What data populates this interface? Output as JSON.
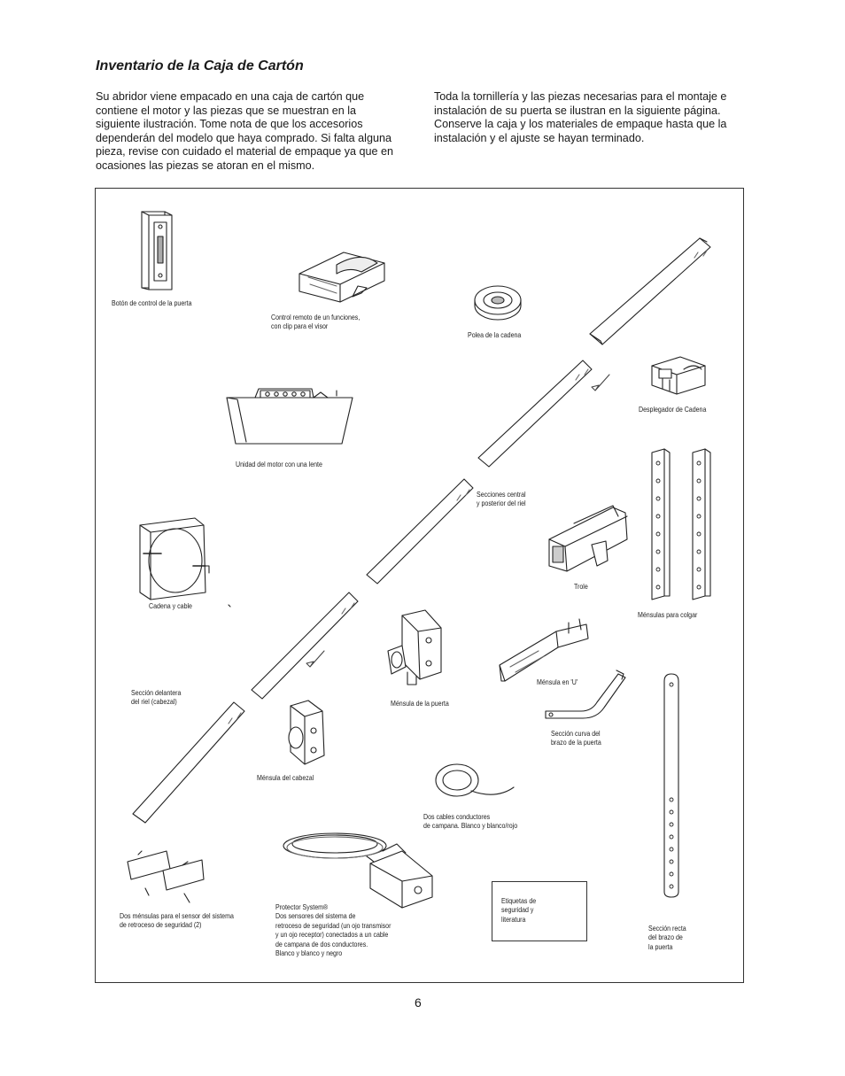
{
  "page": {
    "title": "Inventario de la Caja de Cartón",
    "intro_left": "Su abridor viene empacado en una caja de cartón que contiene el motor y las piezas que se muestran en la siguiente ilustración. Tome nota de que los accesorios dependerán del modelo que haya comprado. Si falta alguna pieza, revise con cuidado el material de empaque ya que en ocasiones las piezas se atoran en el mismo.",
    "intro_right": "Toda la tornillería y las piezas necesarias para el montaje e instalación de su puerta se ilustran en la siguiente página. Conserve la caja y los materiales de empaque hasta que la instalación y el ajuste se hayan terminado.",
    "page_number": "6"
  },
  "parts": {
    "door_button": "Botón de control de la puerta",
    "remote": "Control remoto de un funciones,\ncon clip para el visor",
    "sprocket": "Polea de la cadena",
    "chain_spreader": "Desplegador de Cadena",
    "motor_unit": "Unidad del motor con una lente",
    "rail_sections": "Secciones central\ny posterior del riel",
    "trolley": "Trole",
    "hanging_brackets": "Ménsulas para colgar",
    "chain_cable": "Cadena y cable",
    "door_bracket": "Ménsula de la puerta",
    "u_bracket": "Ménsula en 'U'",
    "front_rail": "Sección delantera\ndel riel (cabezal)",
    "curved_arm": "Sección curva del\nbrazo de la puerta",
    "header_bracket": "Ménsula del cabezal",
    "bell_wire": "Dos cables conductores\nde campana. Blanco y blanco/rojo",
    "sensor_brackets": "Dos ménsulas para el sensor del sistema\nde retroceso de seguridad (2)",
    "protector": "Protector System®\nDos sensores del sistema de\nretroceso de seguridad (un ojo transmisor\ny un ojo receptor) conectados a un cable\nde campana de dos conductores.\nBlanco y blanco y negro",
    "labels_box": "Etiquetas de\nseguridad y\nliteratura",
    "straight_arm": "Sección recta\ndel brazo de\nla puerta"
  }
}
